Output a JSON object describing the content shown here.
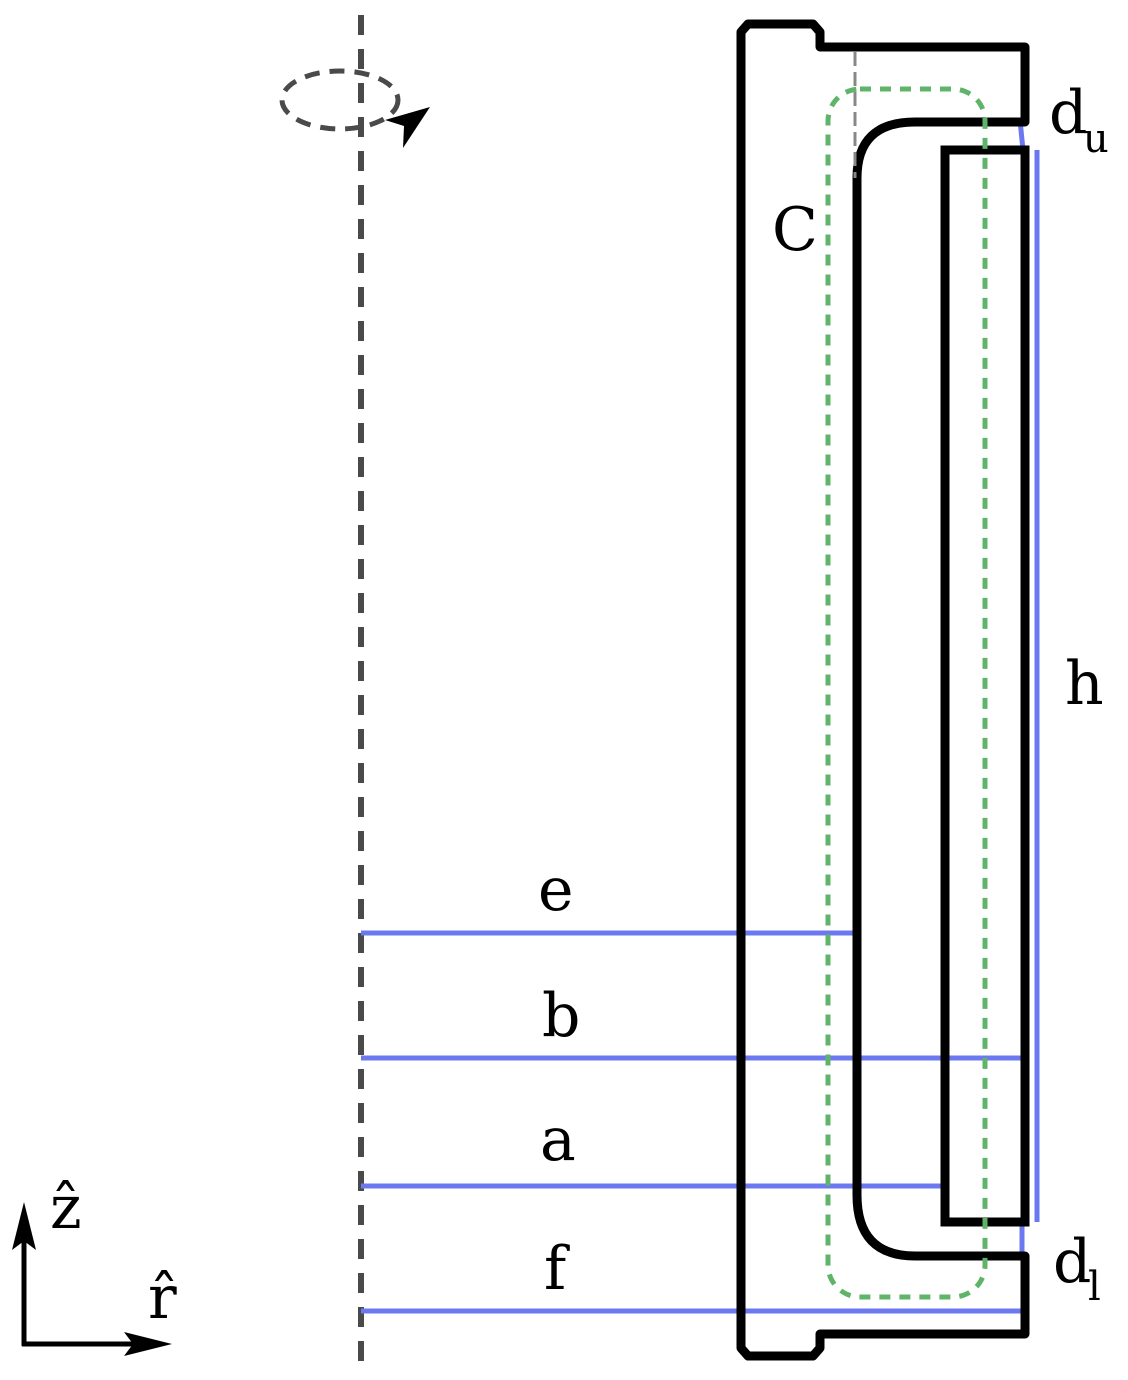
{
  "labels": {
    "du_main": "d",
    "du_sub": "u",
    "dl_main": "d",
    "dl_sub": "l",
    "contour": "C",
    "height": "h",
    "radius_e": "e",
    "radius_b": "b",
    "radius_a": "a",
    "radius_f": "f",
    "axis_z": "ẑ",
    "axis_r": "r̂"
  },
  "colors": {
    "outline": "#000000",
    "dimension": "#6b78f0",
    "contour": "#5fb46a",
    "axis": "#4a4a4a",
    "background": "#ffffff"
  }
}
